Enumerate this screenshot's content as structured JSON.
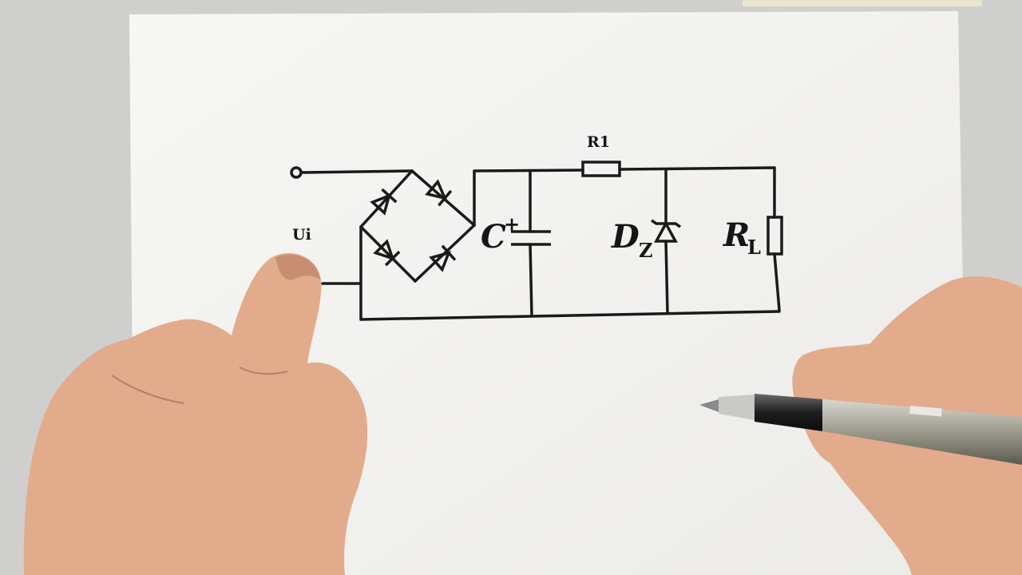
{
  "diagram": {
    "labels": {
      "input": "Ui",
      "resistor_series": "R1",
      "capacitor": "C",
      "capacitor_polarity": "+",
      "zener_main": "D",
      "zener_sub": "Z",
      "load_main": "R",
      "load_sub": "L"
    },
    "components": [
      {
        "id": "input-terminal",
        "kind": "terminal"
      },
      {
        "id": "bridge-rectifier",
        "kind": "diode-bridge",
        "diodes": 4
      },
      {
        "id": "capacitor",
        "kind": "polarized-capacitor"
      },
      {
        "id": "series-resistor",
        "kind": "resistor"
      },
      {
        "id": "zener-diode",
        "kind": "zener-diode"
      },
      {
        "id": "load-resistor",
        "kind": "resistor"
      }
    ]
  },
  "colors": {
    "paper": "#f3f3f1",
    "ink": "#1a1a1a",
    "background": "#cfcfcd",
    "skin": "#e2ab8c"
  },
  "icons": [
    "diode-icon",
    "zener-diode-icon",
    "resistor-icon",
    "capacitor-icon",
    "pen-icon"
  ]
}
